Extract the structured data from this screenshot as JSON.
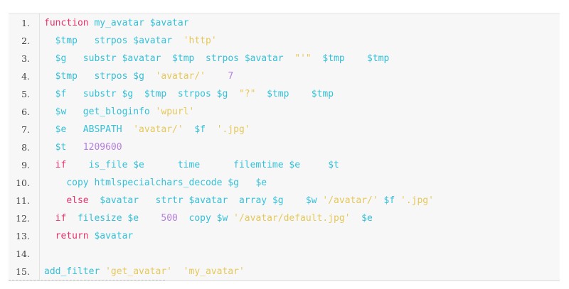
{
  "code": {
    "lines": [
      {
        "num": "1.",
        "indent": "",
        "tokens": [
          {
            "t": "function",
            "c": "kw"
          },
          {
            "t": " my_avatar ",
            "c": "id"
          },
          {
            "t": "$avatar",
            "c": "id"
          }
        ]
      },
      {
        "num": "2.",
        "indent": "  ",
        "tokens": [
          {
            "t": "$tmp",
            "c": "id"
          },
          {
            "t": "   strpos ",
            "c": "id"
          },
          {
            "t": "$avatar",
            "c": "id"
          },
          {
            "t": "  ",
            "c": "id"
          },
          {
            "t": "'http'",
            "c": "str"
          }
        ]
      },
      {
        "num": "3.",
        "indent": "  ",
        "tokens": [
          {
            "t": "$g",
            "c": "id"
          },
          {
            "t": "   substr ",
            "c": "id"
          },
          {
            "t": "$avatar",
            "c": "id"
          },
          {
            "t": "  ",
            "c": "id"
          },
          {
            "t": "$tmp",
            "c": "id"
          },
          {
            "t": "  strpos ",
            "c": "id"
          },
          {
            "t": "$avatar",
            "c": "id"
          },
          {
            "t": "  ",
            "c": "id"
          },
          {
            "t": "\"'\"",
            "c": "str"
          },
          {
            "t": "  ",
            "c": "id"
          },
          {
            "t": "$tmp",
            "c": "id"
          },
          {
            "t": "    ",
            "c": "id"
          },
          {
            "t": "$tmp",
            "c": "id"
          }
        ]
      },
      {
        "num": "4.",
        "indent": "  ",
        "tokens": [
          {
            "t": "$tmp",
            "c": "id"
          },
          {
            "t": "   strpos ",
            "c": "id"
          },
          {
            "t": "$g",
            "c": "id"
          },
          {
            "t": "  ",
            "c": "id"
          },
          {
            "t": "'avatar/'",
            "c": "str"
          },
          {
            "t": "    ",
            "c": "id"
          },
          {
            "t": "7",
            "c": "num"
          }
        ]
      },
      {
        "num": "5.",
        "indent": "  ",
        "tokens": [
          {
            "t": "$f",
            "c": "id"
          },
          {
            "t": "   substr ",
            "c": "id"
          },
          {
            "t": "$g",
            "c": "id"
          },
          {
            "t": "  ",
            "c": "id"
          },
          {
            "t": "$tmp",
            "c": "id"
          },
          {
            "t": "  strpos ",
            "c": "id"
          },
          {
            "t": "$g",
            "c": "id"
          },
          {
            "t": "  ",
            "c": "id"
          },
          {
            "t": "\"?\"",
            "c": "str"
          },
          {
            "t": "  ",
            "c": "id"
          },
          {
            "t": "$tmp",
            "c": "id"
          },
          {
            "t": "    ",
            "c": "id"
          },
          {
            "t": "$tmp",
            "c": "id"
          }
        ]
      },
      {
        "num": "6.",
        "indent": "  ",
        "tokens": [
          {
            "t": "$w",
            "c": "id"
          },
          {
            "t": "   get_bloginfo ",
            "c": "id"
          },
          {
            "t": "'wpurl'",
            "c": "str"
          }
        ]
      },
      {
        "num": "7.",
        "indent": "  ",
        "tokens": [
          {
            "t": "$e",
            "c": "id"
          },
          {
            "t": "   ABSPATH  ",
            "c": "id"
          },
          {
            "t": "'avatar/'",
            "c": "str"
          },
          {
            "t": "  ",
            "c": "id"
          },
          {
            "t": "$f",
            "c": "id"
          },
          {
            "t": "  ",
            "c": "id"
          },
          {
            "t": "'.jpg'",
            "c": "str"
          }
        ]
      },
      {
        "num": "8.",
        "indent": "  ",
        "tokens": [
          {
            "t": "$t",
            "c": "id"
          },
          {
            "t": "   ",
            "c": "id"
          },
          {
            "t": "1209600",
            "c": "num"
          }
        ]
      },
      {
        "num": "9.",
        "indent": "  ",
        "tokens": [
          {
            "t": "if",
            "c": "kw"
          },
          {
            "t": "    is_file ",
            "c": "id"
          },
          {
            "t": "$e",
            "c": "id"
          },
          {
            "t": "      time      filemtime ",
            "c": "id"
          },
          {
            "t": "$e",
            "c": "id"
          },
          {
            "t": "     ",
            "c": "id"
          },
          {
            "t": "$t",
            "c": "id"
          }
        ]
      },
      {
        "num": "10.",
        "indent": "    ",
        "tokens": [
          {
            "t": "copy htmlspecialchars_decode ",
            "c": "id"
          },
          {
            "t": "$g",
            "c": "id"
          },
          {
            "t": "   ",
            "c": "id"
          },
          {
            "t": "$e",
            "c": "id"
          }
        ]
      },
      {
        "num": "11.",
        "indent": "    ",
        "tokens": [
          {
            "t": "else",
            "c": "kw"
          },
          {
            "t": "  ",
            "c": "id"
          },
          {
            "t": "$avatar",
            "c": "id"
          },
          {
            "t": "   strtr ",
            "c": "id"
          },
          {
            "t": "$avatar",
            "c": "id"
          },
          {
            "t": "  array ",
            "c": "id"
          },
          {
            "t": "$g",
            "c": "id"
          },
          {
            "t": "    ",
            "c": "id"
          },
          {
            "t": "$w",
            "c": "id"
          },
          {
            "t": " ",
            "c": "id"
          },
          {
            "t": "'/avatar/'",
            "c": "str"
          },
          {
            "t": " ",
            "c": "id"
          },
          {
            "t": "$f",
            "c": "id"
          },
          {
            "t": " ",
            "c": "id"
          },
          {
            "t": "'.jpg'",
            "c": "str"
          }
        ]
      },
      {
        "num": "12.",
        "indent": "  ",
        "tokens": [
          {
            "t": "if",
            "c": "kw"
          },
          {
            "t": "  filesize ",
            "c": "id"
          },
          {
            "t": "$e",
            "c": "id"
          },
          {
            "t": "    ",
            "c": "id"
          },
          {
            "t": "500",
            "c": "num"
          },
          {
            "t": "  copy ",
            "c": "id"
          },
          {
            "t": "$w",
            "c": "id"
          },
          {
            "t": " ",
            "c": "id"
          },
          {
            "t": "'/avatar/default.jpg'",
            "c": "str"
          },
          {
            "t": "  ",
            "c": "id"
          },
          {
            "t": "$e",
            "c": "id"
          }
        ]
      },
      {
        "num": "13.",
        "indent": "  ",
        "tokens": [
          {
            "t": "return",
            "c": "kw"
          },
          {
            "t": " ",
            "c": "id"
          },
          {
            "t": "$avatar",
            "c": "id"
          }
        ]
      },
      {
        "num": "14.",
        "indent": "",
        "tokens": []
      },
      {
        "num": "15.",
        "indent": "",
        "tokens": [
          {
            "t": "add_filter ",
            "c": "id"
          },
          {
            "t": "'get_avatar'",
            "c": "str"
          },
          {
            "t": "  ",
            "c": "id"
          },
          {
            "t": "'my_avatar'",
            "c": "str"
          }
        ]
      }
    ]
  }
}
